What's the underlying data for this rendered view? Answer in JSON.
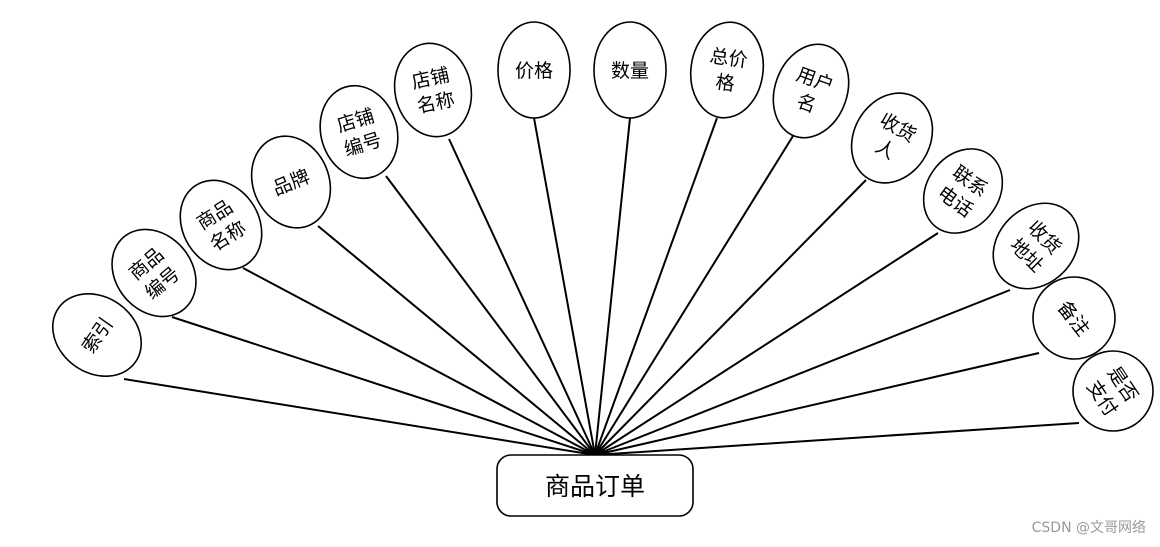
{
  "entity": {
    "name": "商品订单"
  },
  "attributes": [
    {
      "lines": [
        "索引"
      ]
    },
    {
      "lines": [
        "商品",
        "编号"
      ]
    },
    {
      "lines": [
        "商品",
        "名称"
      ]
    },
    {
      "lines": [
        "品牌"
      ]
    },
    {
      "lines": [
        "店铺",
        "编号"
      ]
    },
    {
      "lines": [
        "店铺",
        "名称"
      ]
    },
    {
      "lines": [
        "价格"
      ]
    },
    {
      "lines": [
        "数量"
      ]
    },
    {
      "lines": [
        "总价",
        "格"
      ]
    },
    {
      "lines": [
        "用户",
        "名"
      ]
    },
    {
      "lines": [
        "收货",
        "人"
      ]
    },
    {
      "lines": [
        "联系",
        "电话"
      ]
    },
    {
      "lines": [
        "收货",
        "地址"
      ]
    },
    {
      "lines": [
        "备注"
      ]
    },
    {
      "lines": [
        "是否",
        "支付"
      ]
    }
  ],
  "watermark": "CSDN @文哥网络"
}
